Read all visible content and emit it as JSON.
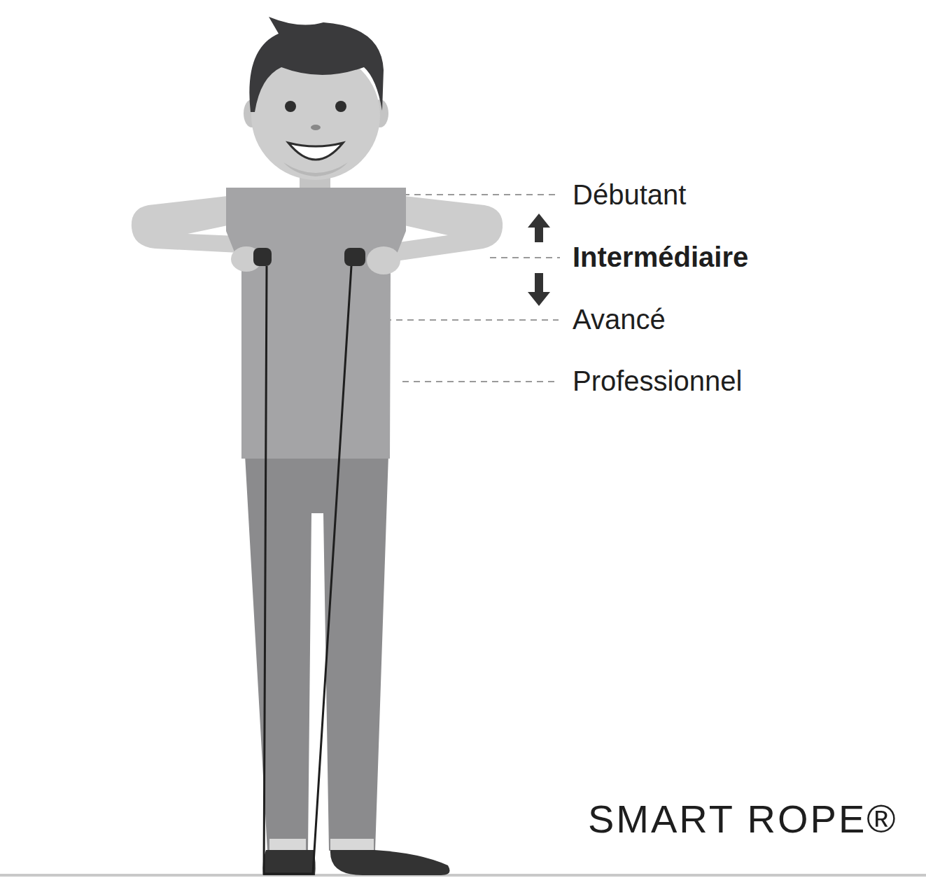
{
  "diagram": {
    "labels": [
      "Débutant",
      "Intermédiaire",
      "Avancé",
      "Professionnel",
      "SMART ROPE®"
    ]
  }
}
